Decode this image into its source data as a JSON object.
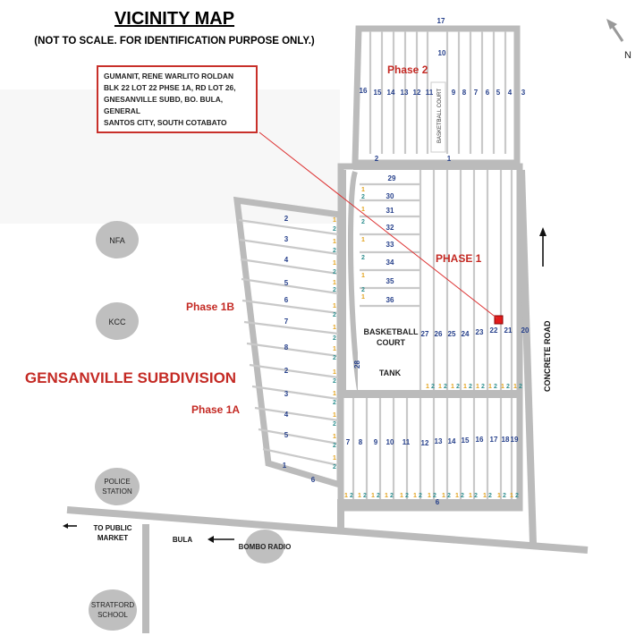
{
  "title": "VICINITY MAP",
  "subtitle": "(NOT TO SCALE. FOR IDENTIFICATION PURPOSE ONLY.)",
  "owner_box": {
    "name": "GUMANIT, RENE WARLITO ROLDAN",
    "lines": [
      "BLK 22 LOT 22 PHSE 1A, RD LOT 26,",
      "GNESANVILLE SUBD, BO. BULA, GENERAL",
      "SANTOS CITY, SOUTH COTABATO"
    ]
  },
  "subdivision_name": "GENSANVILLE SUBDIVISION",
  "phase_labels": {
    "phase2": "Phase 2",
    "phase1": "PHASE 1",
    "phase1b": "Phase 1B",
    "phase1a": "Phase 1A"
  },
  "north": "N",
  "concrete_road": "CONCRETE ROAD",
  "basketball_court_small": "BASKETBALL COURT",
  "basketball_court_big": [
    "BASKETBALL",
    "COURT"
  ],
  "tank": "TANK",
  "landmarks": {
    "nfa": "NFA",
    "kcc": "KCC",
    "police": [
      "POLICE",
      "STATION"
    ],
    "bombo": "BOMBO RADIO",
    "stratford": [
      "STRATFORD",
      "SCHOOL"
    ],
    "public_market": [
      "TO PUBLIC",
      "MARKET"
    ],
    "bula": "BULA"
  },
  "phase2_block_number": "17",
  "phase2_top_lots": [
    "16",
    "15",
    "14",
    "13",
    "12",
    "11",
    "9",
    "8",
    "7",
    "6",
    "5",
    "4",
    "3"
  ],
  "phase2_lot_10": "10",
  "phase2_bottom_labels": [
    "2",
    "1"
  ],
  "phase1_blocks": [
    "29",
    "30",
    "31",
    "32",
    "33",
    "34",
    "35",
    "36"
  ],
  "phase1_upper_lots": [
    "27",
    "26",
    "25",
    "24",
    "23",
    "22",
    "21",
    "20"
  ],
  "block_28": "28",
  "phase1_lower_lots": [
    "7",
    "8",
    "9",
    "10",
    "11",
    "12",
    "13",
    "14",
    "15",
    "16",
    "17",
    "18",
    "19"
  ],
  "block_6": "6",
  "phase1b_blocks": [
    "2",
    "3",
    "4",
    "5",
    "6",
    "7",
    "8"
  ],
  "phase1a_blocks": [
    "2",
    "3",
    "4",
    "5",
    "1",
    "6"
  ],
  "lot_pair": [
    "1",
    "2"
  ]
}
